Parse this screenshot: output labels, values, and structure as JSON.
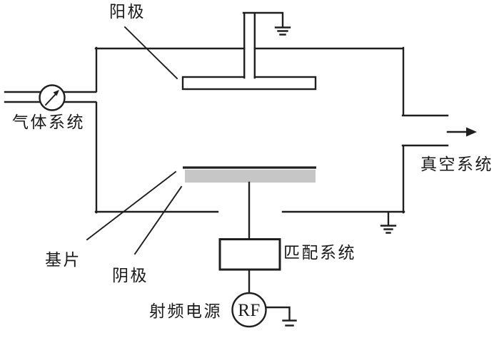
{
  "figure": {
    "labels": {
      "anode": "阳极",
      "gas_system": "气体系统",
      "vacuum_system": "真空系统",
      "substrate": "基片",
      "cathode": "阴极",
      "matching_system": "匹配系统",
      "rf_power_source": "射频电源",
      "rf_symbol": "RF"
    },
    "colors": {
      "line": "#1f1f1f",
      "cathode_fill": "#c6c6c6",
      "background": "#ffffff",
      "text": "#1a1a1a"
    }
  }
}
